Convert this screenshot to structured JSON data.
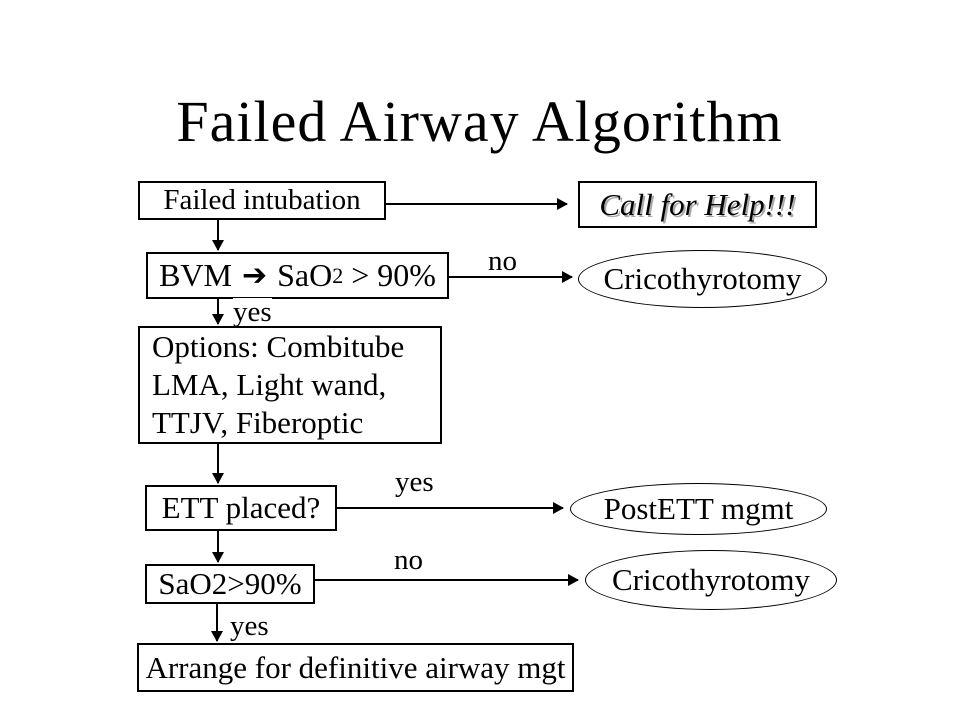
{
  "slide": {
    "title": "Failed Airway Algorithm"
  },
  "nodes": {
    "failed_intubation": "Failed intubation",
    "call_for_help": "Call for Help!!!",
    "bvm": {
      "pre": "BVM",
      "arrow_glyph": "➔",
      "mid": "SaO",
      "sub": "2",
      "post": "> 90%"
    },
    "cricothyrotomy_1": "Cricothyrotomy",
    "options_line1": "Options: Combitube",
    "options_line2": "LMA, Light wand,",
    "options_line3": "TTJV, Fiberoptic",
    "ett_placed": "ETT placed?",
    "postett": "PostETT mgmt",
    "sao2": "SaO2>90%",
    "cricothyrotomy_2": "Cricothyrotomy",
    "arrange": "Arrange for definitive airway mgt"
  },
  "edge_labels": {
    "bvm_no": "no",
    "bvm_yes": "yes",
    "ett_yes": "yes",
    "sao2_no": "no",
    "sao2_yes": "yes"
  },
  "colors": {
    "ink": "#000000",
    "background": "#ffffff",
    "call_shadow": "#a9a9a9"
  }
}
